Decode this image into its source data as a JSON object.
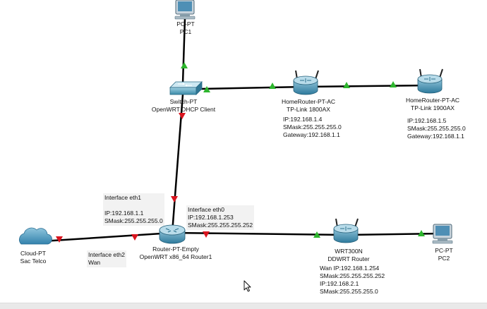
{
  "devices": {
    "pc1": {
      "model": "PC-PT",
      "name": "PC1"
    },
    "switch": {
      "model": "Switch-PT",
      "name": "OpenWRT DHCP Client"
    },
    "ap1800": {
      "model": "HomeRouter-PT-AC",
      "name": "TP-Link 1800AX",
      "config": [
        "IP:192.168.1.4",
        "SMask:255.255.255.0",
        "Gateway:192.168.1.1"
      ]
    },
    "ap1900": {
      "model": "HomeRouter-PT-AC",
      "name": "TP-Link 1900AX",
      "config": [
        "IP:192.168.1.5",
        "SMask:255.255.255.0",
        "Gateway:192.168.1.1"
      ]
    },
    "cloud": {
      "model": "Cloud-PT",
      "name": "Sac Telco"
    },
    "router": {
      "model": "Router-PT-Empty",
      "name": "OpenWRT x86_64 Router1"
    },
    "wrt300n": {
      "model": "WRT300N",
      "name": "DDWRT Router",
      "config": [
        "Wan IP:192.168.1.254",
        "SMask:255.255.255.252",
        "IP:192.168.2.1",
        "SMask:255.255.255.0"
      ]
    },
    "pc2": {
      "model": "PC-PT",
      "name": "PC2"
    }
  },
  "notes": {
    "eth1": {
      "title": "Interface eth1",
      "lines": [
        "IP:192.168.1.1",
        "SMask:255.255.255.0"
      ]
    },
    "eth0": {
      "title": "Interface eth0",
      "lines": [
        "IP:192.168.1.253",
        "SMask:255.255.255.252"
      ]
    },
    "eth2": {
      "title": "Interface eth2",
      "lines": [
        "Wan"
      ]
    }
  },
  "colors": {
    "link": "#000000",
    "up": "#2db52d",
    "down": "#d9141e",
    "device": "#3d8fb0",
    "cloud": "#4a9cc2"
  }
}
